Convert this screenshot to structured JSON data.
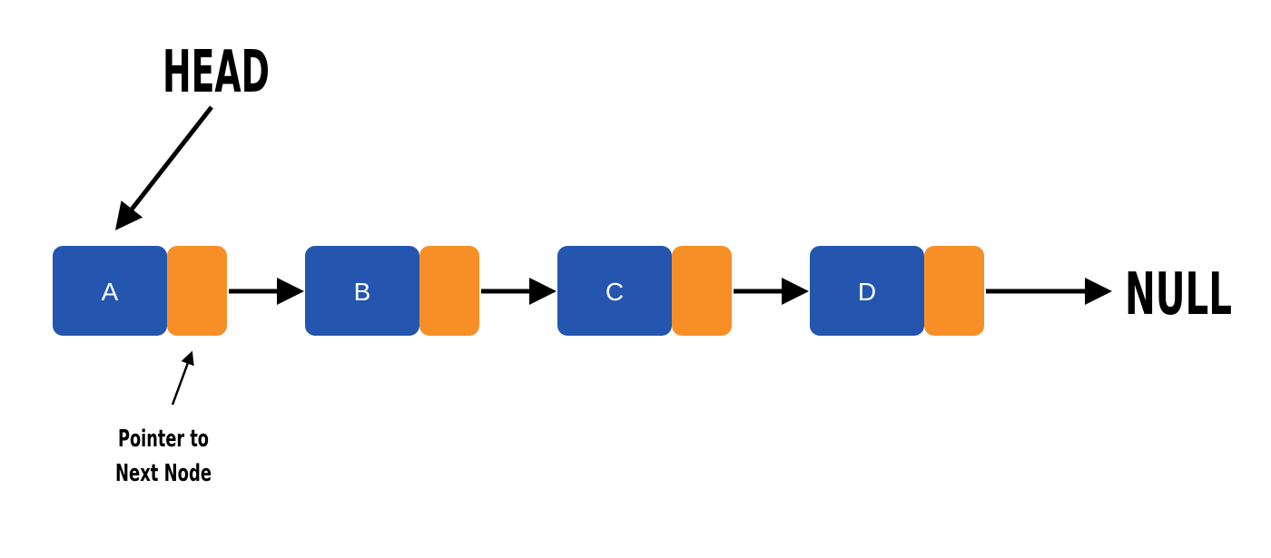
{
  "diagram": {
    "head_label": "HEAD",
    "null_label": "NULL",
    "pointer_caption": [
      "Pointer to",
      "Next Node"
    ],
    "nodes": [
      {
        "label": "A"
      },
      {
        "label": "B"
      },
      {
        "label": "C"
      },
      {
        "label": "D"
      }
    ]
  },
  "colors": {
    "data_block": "#2456b0",
    "pointer_block": "#f78f26",
    "arrow": "#000000",
    "background": "#ffffff"
  }
}
